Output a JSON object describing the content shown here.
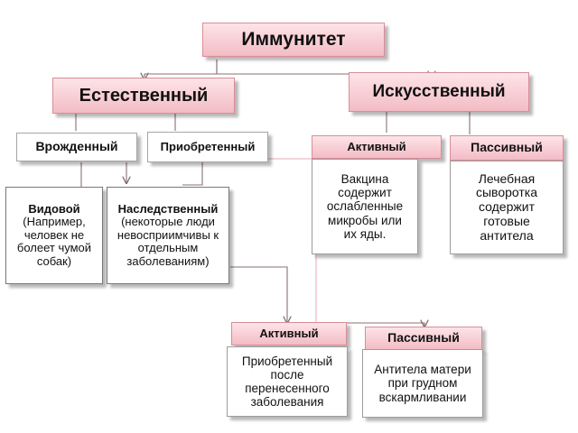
{
  "diagram": {
    "root": "Иммунитет",
    "natural": "Естественный",
    "artificial": "Искусственный",
    "innate": "Врожденный",
    "acquired": "Приобретенный",
    "active_top": "Активный",
    "passive_top": "Пассивный",
    "vaccine_text": "Вакцина содержит ослабленные микробы или их яды.",
    "serum_text": "Лечебная сыворотка содержит готовые антитела",
    "species_title": "Видовой",
    "species_text": "(Например, человек не болеет чумой собак)",
    "hereditary_title": "Наследственный",
    "hereditary_text": "(некоторые люди невосприимчивы к отдельным заболеваниям)",
    "active_bottom": "Активный",
    "passive_bottom": "Пассивный",
    "active_bottom_text": "Приобретенный после перенесенного заболевания",
    "passive_bottom_text": "Антитела матери при грудном вскармливании"
  },
  "colors": {
    "pink_fill": "#f7c8cf",
    "pink_border": "#d98d99",
    "arrow": "#8e6f6f"
  }
}
